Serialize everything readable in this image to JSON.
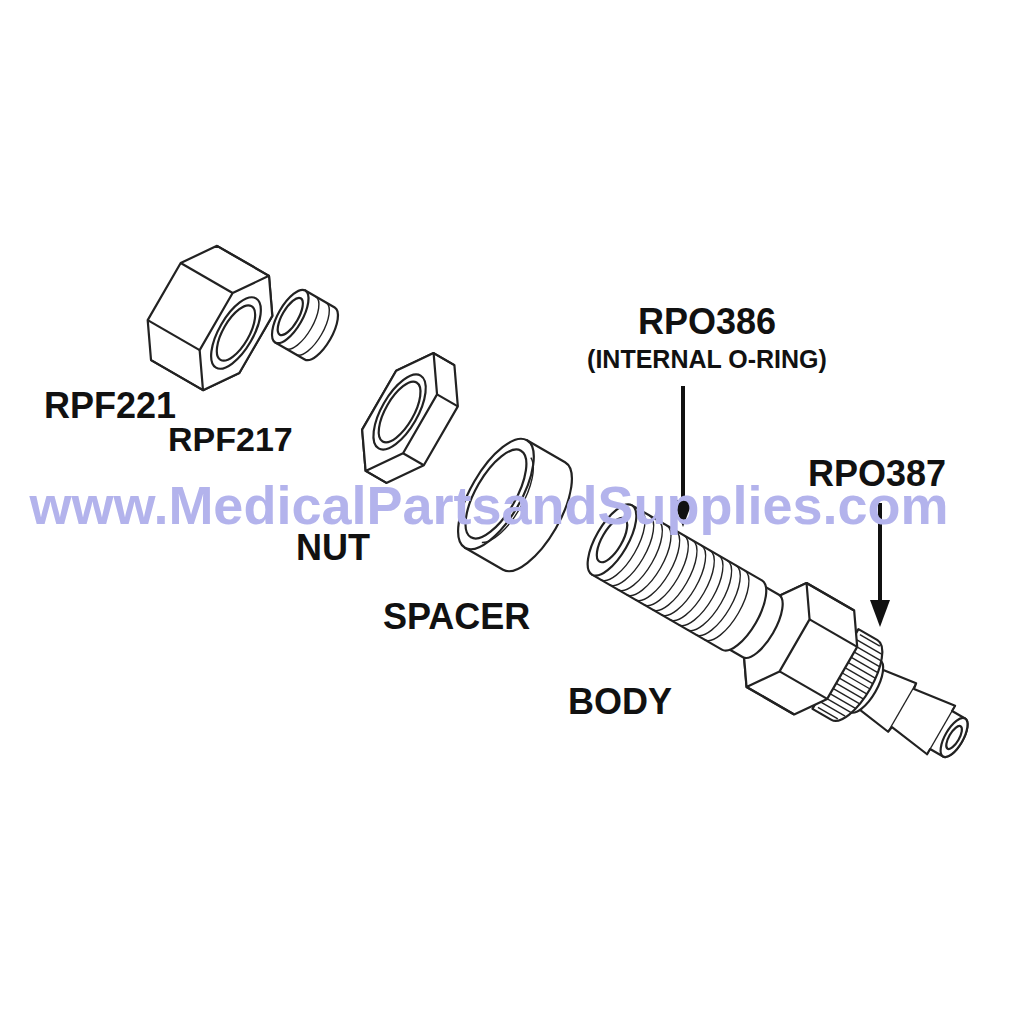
{
  "diagram": {
    "labels": [
      "RPF221",
      "RPF217",
      "NUT",
      "SPACER",
      "BODY",
      "RPO386",
      "(INTERNAL O-RING)",
      "RPO387",
      "www.MedicalPartsandSupplies.com"
    ]
  }
}
